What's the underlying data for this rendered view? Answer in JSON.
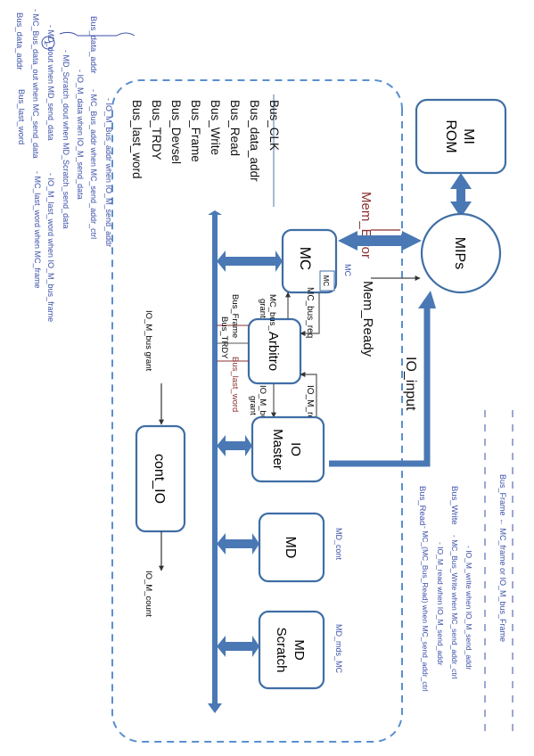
{
  "blocks": {
    "mi_rom": [
      "MI",
      "ROM"
    ],
    "mips": "MIPs",
    "mc": "MC",
    "mc_small": "MC",
    "arbitro": "Arbitro",
    "io_master": [
      "IO",
      "Master"
    ],
    "md": "MD",
    "md_scratch": [
      "MD",
      "Scratch"
    ],
    "cont_io": "cont_IO"
  },
  "signals": {
    "mem_error": "Mem_Error",
    "mem_ready": "Mem_Ready",
    "io_input": "IO_input",
    "mc_bus_req": "MC_bus_req",
    "mc_bus_grant": [
      "MC_bus_",
      "grant"
    ],
    "io_m_req": "IO_M_req",
    "io_m_bus_grant": [
      "IO_M_bus_",
      "grant"
    ],
    "bus_frame": "Bus_Frame",
    "bus_trdy": "Bus_TRDY",
    "bus_last_word": "Bus_last_word",
    "io_m_bus_grant_in": "IO_M_bus grant",
    "io_m_count": "IO_M_count"
  },
  "bus_legend": [
    "Bus_CLK",
    "Bus_data_addr",
    "Bus_Read",
    "Bus_Write",
    "Bus_Frame",
    "Bus_Devsel",
    "Bus_TRDY",
    "Bus_last_word"
  ],
  "handwritten": {
    "mc_tag": "MC",
    "md_tag": "MD_cont",
    "md_scratch_tag": "MD_mds_MC",
    "circled": "1",
    "top_label_1": "Bus_data_addr",
    "top_label_2": "Bus_data_addr",
    "top_items_1": [
      "- MC_Bus_data_out  when  MC_send_data",
      "- MD_dout  when  MD_send_data",
      "- MD_Scratch_dout  when  MD_Scratch_send_data",
      "- IO_M_data  when  IO_M_send_data"
    ],
    "top_items_2": [
      "- MC_Bus_addr  when  MC_send_addr_ctrl",
      "- IO_M_Bus_addr  when  IO_M_send_addr"
    ],
    "right_label_1": "Bus_Read",
    "right_items_1": [
      "- MC_(MC_Bus_Read)  when  MC_send_addr_ctrl",
      "- IO_M_read  when  IO_M_send_addr"
    ],
    "right_label_2": "Bus_Write",
    "right_items_2": [
      "- MC_Bus_Write  when  MC_send_addr_ctrl",
      "- IO_M_write  when  IO_M_send_addr"
    ],
    "right_frame": "Bus_Frame  ←  MC_frame  or  IO_M_bus_Frame",
    "bottom_label": "Bus_last_word",
    "bottom_items": [
      "- MC_last_word  when  MC_frame",
      "- IO_M_last_word  when  IO_M_bus_frame"
    ]
  },
  "colors": {
    "arrow": "#4a78b4",
    "box_border": "#3f6ea5",
    "bus_border": "#5a8fd0",
    "mem_error": "#8a3030",
    "bus_last_word": "#8a3030",
    "ink": "#3a4fa8"
  }
}
